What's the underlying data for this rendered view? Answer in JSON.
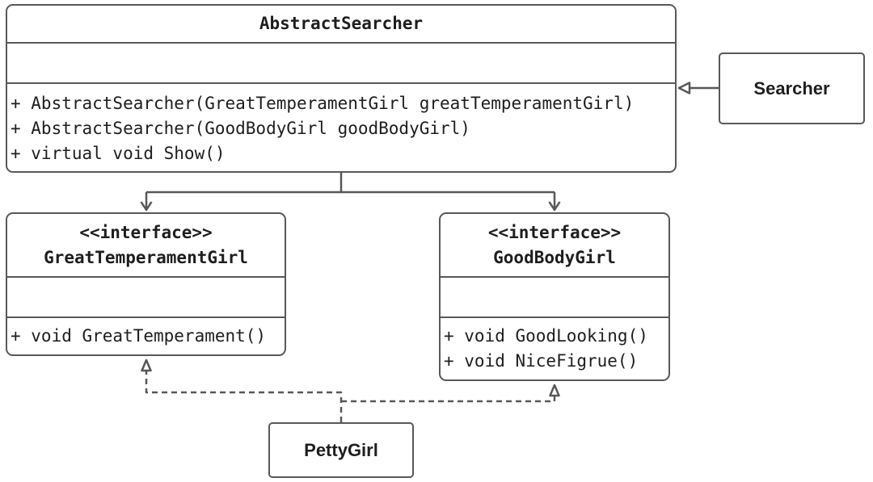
{
  "classes": {
    "abstract_searcher": {
      "name": "AbstractSearcher",
      "methods": [
        "+ AbstractSearcher(GreatTemperamentGirl greatTemperamentGirl)",
        "+ AbstractSearcher(GoodBodyGirl goodBodyGirl)",
        "+ virtual void Show()"
      ]
    },
    "searcher": {
      "name": "Searcher"
    },
    "great_temperament_girl": {
      "stereotype": "<<interface>>",
      "name": "GreatTemperamentGirl",
      "methods": [
        "+ void GreatTemperament()"
      ]
    },
    "good_body_girl": {
      "stereotype": "<<interface>>",
      "name": "GoodBodyGirl",
      "methods": [
        "+ void GoodLooking()",
        "+ void NiceFigrue()"
      ]
    },
    "petty_girl": {
      "name": "PettyGirl"
    }
  },
  "colors": {
    "stroke": "#585858",
    "text": "#1e1e1e",
    "background": "#ffffff"
  }
}
